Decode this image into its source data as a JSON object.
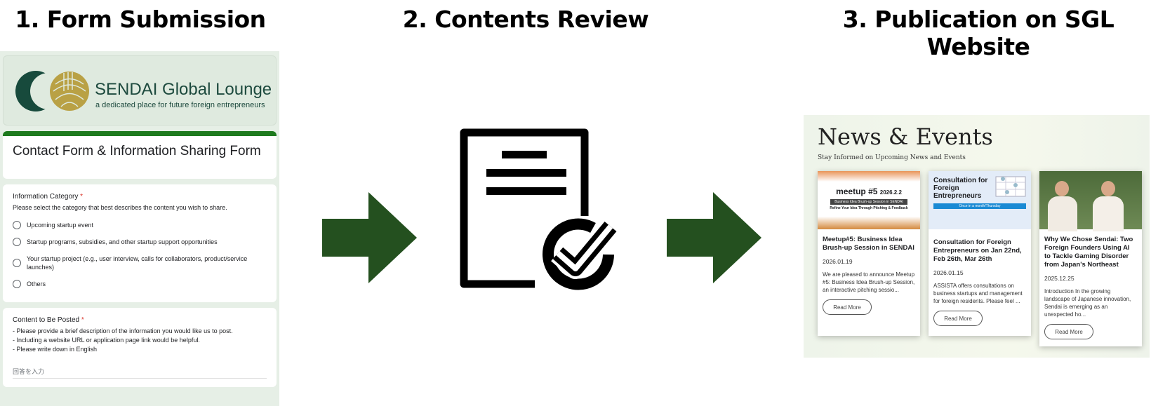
{
  "steps": [
    {
      "label": "1. Form Submission"
    },
    {
      "label": "2. Contents Review"
    },
    {
      "label": "3. Publication on SGL Website"
    }
  ],
  "form": {
    "brand": "SENDAI Global Lounge",
    "tagline": "a dedicated place for future foreign entrepreneurs",
    "title": "Contact Form & Information Sharing Form",
    "q1": {
      "label": "Information Category",
      "required": "*",
      "description": "Please select the category that best describes the content you wish to share.",
      "options": [
        "Upcoming startup event",
        "Startup programs, subsidies, and other startup support opportunities",
        "Your startup project (e.g., user interview, calls for collaborators, product/service launches)",
        "Others"
      ]
    },
    "q2": {
      "label": "Content to Be Posted",
      "required": "*",
      "lines": [
        "- Please provide a brief description of the information you would like us to post.",
        "- Including a website URL or application page link would be helpful.",
        "- Please write down in English"
      ],
      "placeholder": "回答を入力"
    }
  },
  "website": {
    "title": "News & Events",
    "subtitle": "Stay Informed on Upcoming News and Events",
    "cards": [
      {
        "image_text": "meetup #5",
        "image_date": "2026.2.2",
        "image_banner": "Business Idea Brush-up Session in SENDAI",
        "image_sub": "Refine Your Idea Through Pitching & Feedback",
        "title": "Meetup#5: Business Idea Brush-up Session in SENDAI",
        "date": "2026.01.19",
        "excerpt": "We are pleased to announce Meetup #5: Business Idea Brush-up Session, an interactive pitching sessio...",
        "button": "Read More"
      },
      {
        "image_text": "Consultation for Foreign Entrepreneurs",
        "image_banner": "Once in a month/Thursday",
        "title": "Consultation for Foreign Entrepreneurs on Jan 22nd, Feb 26th, Mar 26th",
        "date": "2026.01.15",
        "excerpt": "ASSISTA offers consultations on business startups and management for foreign residents. Please feel ...",
        "button": "Read More"
      },
      {
        "title": "Why We Chose Sendai: Two Foreign Founders Using AI to Tackle Gaming Disorder from Japan's Northeast",
        "date": "2025.12.25",
        "excerpt": "Introduction In the growing landscape of Japanese innovation, Sendai is emerging as an unexpected ho...",
        "button": "Read More"
      }
    ]
  },
  "colors": {
    "arrow": "#24501f",
    "form_accent": "#1e7a1e"
  }
}
